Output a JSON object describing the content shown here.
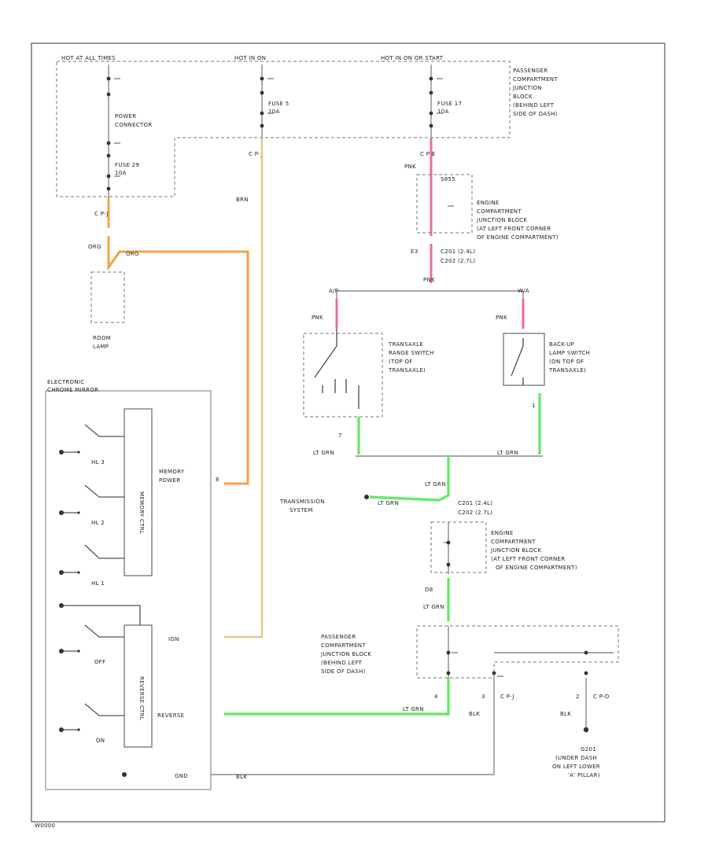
{
  "labels": {
    "hot_at_all_times": "HOT AT ALL TIMES",
    "hot_in_on": "HOT IN ON",
    "hot_in_on_or_start": "HOT IN ON OR START",
    "pcjb_top": "PASSENGER COMPARTMENT JUNCTION BLOCK (BEHIND LEFT SIDE OF DASH)",
    "power_connector": "POWER CONNECTOR",
    "fuse_29": "FUSE 29 10A",
    "fuse_5": "FUSE 5 10A",
    "fuse_17": "FUSE 17 10A",
    "conn_c_top_1": "C P-J",
    "conn_c_top_2": "C P-J",
    "conn_c_top_3": "C P-E",
    "wire_org_1": "ORG",
    "wire_org_2": "ORG",
    "wire_brn": "BRN",
    "pin_label_top": "PNK",
    "splice_top": "S855",
    "ecjb_1": "ENGINE COMPARTMENT JUNCTION BLOCK (AT LEFT FRONT CORNER OF ENGINE COMPARTMENT)",
    "c201": "C201 (2.4L)",
    "c202": "C202 (2.7L)",
    "pnk_bus": "PNK",
    "pnk_left": "PNK",
    "pnk_right": "PNK",
    "pin_ap": "A/P",
    "pin_wa": "W/A",
    "dome_lamp": "ROOM LAMP",
    "trans_range_switch": "TRANSAXLE RANGE SWITCH (TOP OF TRANSAXLE)",
    "backup_lamp_switch": "BACK-UP LAMP SWITCH (ON TOP OF TRANSAXLE)",
    "ecm_title": "ELECTRONIC CHROME MIRROR",
    "hl3": "HL 3",
    "hl2": "HL 2",
    "hl1": "HL 1",
    "off": "OFF",
    "on": "ON",
    "memory_power": "MEMORY POWER",
    "ignition": "IGN",
    "reverse": "REVERSE",
    "ground": "GND",
    "memory_ctrl": "MEMORY CTRL",
    "reverse_ctrl": "REVERSE CTRL",
    "lt_grn_1": "LT GRN",
    "lt_grn_2": "LT GRN",
    "lt_grn_3": "LT GRN",
    "lt_grn_4": "LT GRN",
    "lt_grn_5": "LT GRN",
    "lt_grn_6": "LT GRN",
    "blk_1": "BLK",
    "blk_2": "BLK",
    "blk_3": "BLK",
    "transmission_system": "TRANSMISSION SYSTEM",
    "ecjb_2": "ENGINE COMPARTMENT JUNCTION BLOCK (AT LEFT FRONT CORNER OF ENGINE COMPARTMENT)",
    "pcjb_bottom": "PASSENGER COMPARTMENT JUNCTION BLOCK (BEHIND LEFT SIDE OF DASH)",
    "g201": "G201 (UNDER DASH ON LEFT LOWER 'A' PILLAR)",
    "c_p_j": "C P-J",
    "c_p_d": "C P-D",
    "pin_1": "1",
    "pin_2": "2",
    "pin_3": "3",
    "pin_4": "4",
    "pin_7": "7",
    "pin_8": "8",
    "diag_id": "W0000"
  },
  "colors": {
    "orange_wire": "#f5a04a",
    "tan_wire": "#e9c38a",
    "pink_wire": "#f06aa0",
    "green_wire": "#6be86b",
    "black_wire": "#888888"
  }
}
